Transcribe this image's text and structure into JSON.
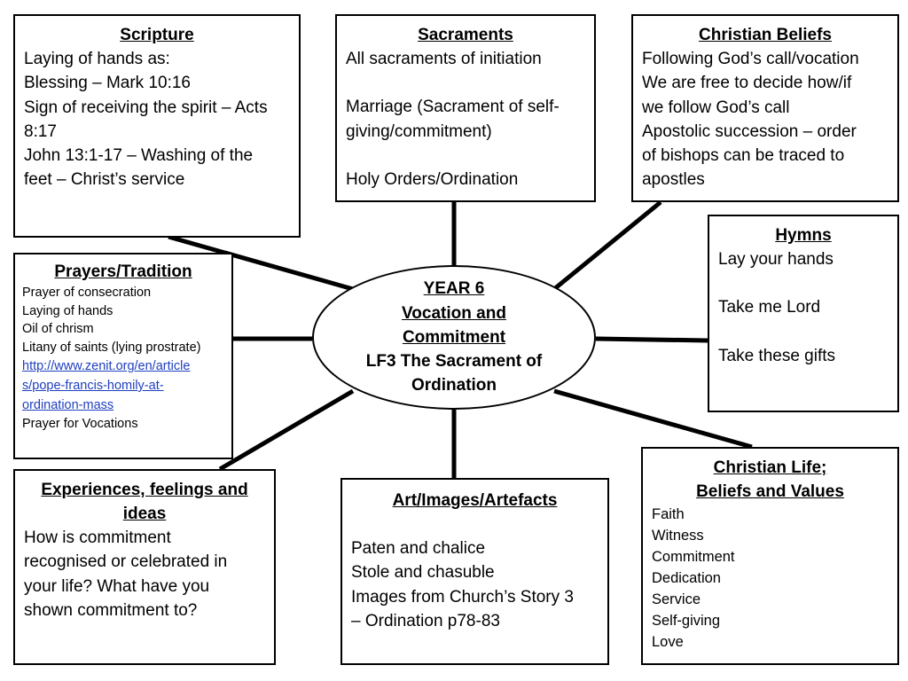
{
  "center": {
    "line1": "YEAR 6",
    "line2": "Vocation and",
    "line3": "Commitment",
    "line4": "LF3 The Sacrament of",
    "line5": "Ordination"
  },
  "scripture": {
    "heading": "Scripture",
    "lines": [
      "Laying of hands as:",
      "Blessing – Mark 10:16",
      "Sign of receiving the spirit – Acts",
      "8:17",
      "John 13:1-17 – Washing of the",
      "feet – Christ’s service"
    ]
  },
  "sacraments": {
    "heading": "Sacraments",
    "line1": "All sacraments of initiation",
    "line2": "Marriage (Sacrament of self-",
    "line3": "giving/commitment)",
    "line4": "Holy Orders/Ordination"
  },
  "beliefs": {
    "heading": "Christian Beliefs",
    "lines": [
      "Following God’s call/vocation",
      "We are free to decide how/if",
      "we follow God’s call",
      "Apostolic succession – order",
      "of bishops can be traced to",
      "apostles"
    ]
  },
  "hymns": {
    "heading": "Hymns",
    "items": [
      "Lay your hands",
      "Take me Lord",
      "Take these gifts"
    ]
  },
  "prayers": {
    "heading": "Prayers/Tradition",
    "lines": [
      "Prayer of consecration",
      "Laying of hands",
      "Oil of chrism",
      "Litany of saints (lying prostrate)"
    ],
    "link_lines": [
      "http://www.zenit.org/en/article",
      "s/pope-francis-homily-at-",
      "ordination-mass"
    ],
    "last_line": "Prayer for Vocations"
  },
  "experiences": {
    "heading_line1": "Experiences, feelings and",
    "heading_line2": "ideas",
    "lines": [
      "How is commitment",
      "recognised or celebrated in",
      "your life? What have you",
      "shown commitment to?"
    ]
  },
  "art": {
    "heading": "Art/Images/Artefacts",
    "lines": [
      "Paten and chalice",
      "Stole and chasuble",
      "Images from Church’s Story 3",
      "– Ordination p78-83"
    ]
  },
  "life": {
    "heading_line1": "Christian Life;",
    "heading_line2": "Beliefs and Values",
    "items": [
      "Faith",
      "Witness",
      "Commitment",
      "Dedication",
      "Service",
      "Self-giving",
      "Love"
    ]
  },
  "colors": {
    "border": "#000000",
    "link": "#1f3fbf",
    "background": "#ffffff"
  }
}
